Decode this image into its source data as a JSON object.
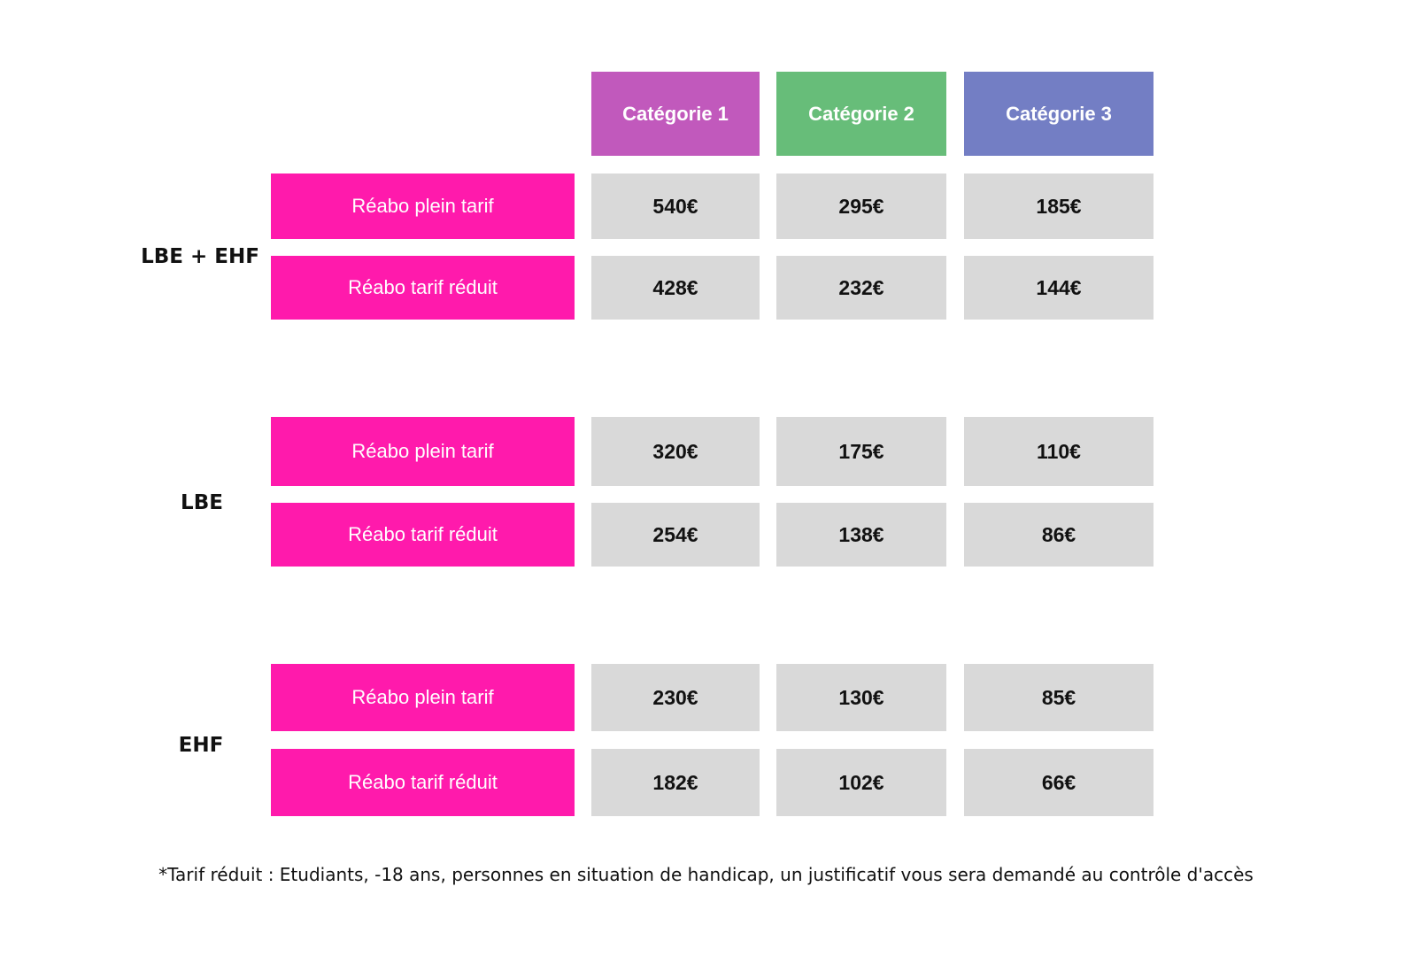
{
  "colors": {
    "category_1": "#c159bc",
    "category_2": "#67bd79",
    "category_3": "#737ec4",
    "row_label": "#ff1aac",
    "price_cell": "#d9d9d9"
  },
  "categories": [
    "Catégorie 1",
    "Catégorie 2",
    "Catégorie 3"
  ],
  "groups": [
    {
      "name": "LBE + EHF",
      "rows": [
        {
          "label": "Réabo plein tarif",
          "prices": [
            "540€",
            "295€",
            "185€"
          ]
        },
        {
          "label": "Réabo tarif réduit",
          "prices": [
            "428€",
            "232€",
            "144€"
          ]
        }
      ]
    },
    {
      "name": "LBE",
      "rows": [
        {
          "label": "Réabo plein tarif",
          "prices": [
            "320€",
            "175€",
            "110€"
          ]
        },
        {
          "label": "Réabo tarif réduit",
          "prices": [
            "254€",
            "138€",
            "86€"
          ]
        }
      ]
    },
    {
      "name": "EHF",
      "rows": [
        {
          "label": "Réabo plein tarif",
          "prices": [
            "230€",
            "130€",
            "85€"
          ]
        },
        {
          "label": "Réabo tarif réduit",
          "prices": [
            "182€",
            "102€",
            "66€"
          ]
        }
      ]
    }
  ],
  "footnote": "*Tarif réduit : Etudiants, -18 ans, personnes en situation de handicap, un justificatif vous sera demandé au contrôle d'accès"
}
